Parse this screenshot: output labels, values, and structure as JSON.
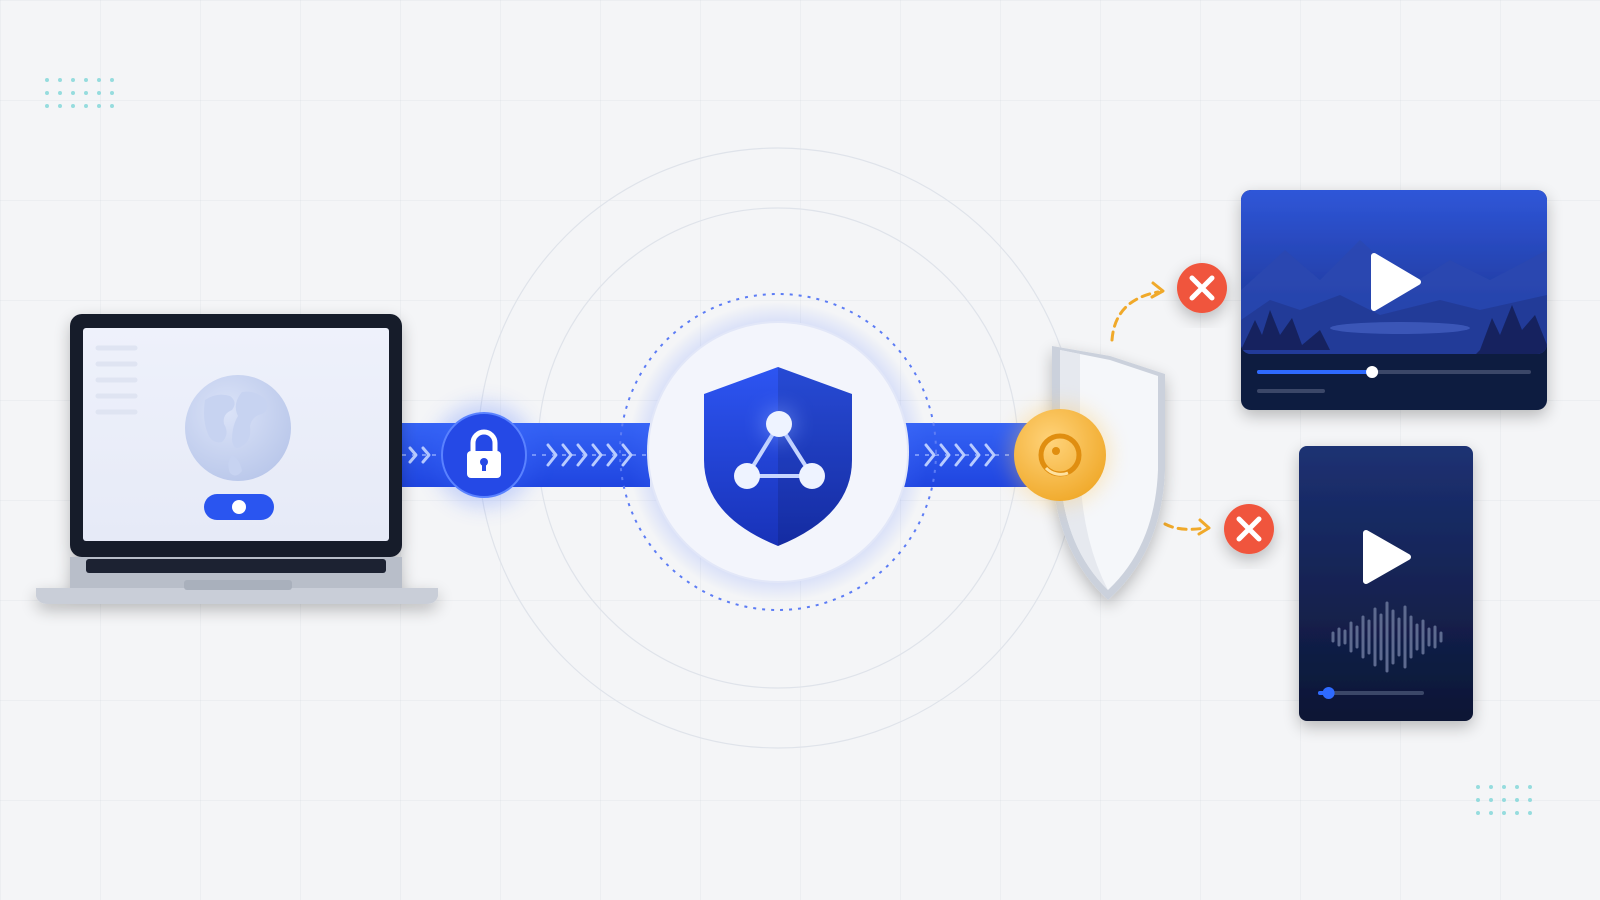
{
  "colors": {
    "background": "#f4f5f7",
    "tunnel_blue": "#2a55f0",
    "shield_blue": "#1e3fd6",
    "accent_gold": "#f5b840",
    "block_red": "#f0553e",
    "media_dark": "#0f1c3d",
    "dot_teal": "#7fd6d9"
  },
  "diagram": {
    "nodes": [
      {
        "id": "client",
        "icon": "laptop-with-globe-icon",
        "status": "vpn-toggle-on"
      },
      {
        "id": "encryption",
        "icon": "padlock-icon"
      },
      {
        "id": "vpn-server",
        "icon": "network-shield-icon"
      },
      {
        "id": "geo-filter",
        "icon": "gold-coin-scanner-icon"
      },
      {
        "id": "firewall",
        "icon": "white-shield-icon"
      },
      {
        "id": "video-stream",
        "icon": "video-player-icon",
        "status": "blocked",
        "progress": 0.42
      },
      {
        "id": "audio-stream",
        "icon": "audio-player-icon",
        "status": "blocked",
        "progress": 0.1
      }
    ],
    "edges": [
      {
        "from": "client",
        "to": "encryption",
        "style": "encrypted-tunnel"
      },
      {
        "from": "encryption",
        "to": "vpn-server",
        "style": "encrypted-tunnel"
      },
      {
        "from": "vpn-server",
        "to": "geo-filter",
        "style": "encrypted-tunnel"
      },
      {
        "from": "geo-filter",
        "to": "firewall",
        "style": "dashed"
      },
      {
        "from": "firewall",
        "to": "video-stream",
        "style": "dashed-arrow",
        "result": "blocked"
      },
      {
        "from": "firewall",
        "to": "audio-stream",
        "style": "dashed-arrow",
        "result": "blocked"
      }
    ]
  }
}
